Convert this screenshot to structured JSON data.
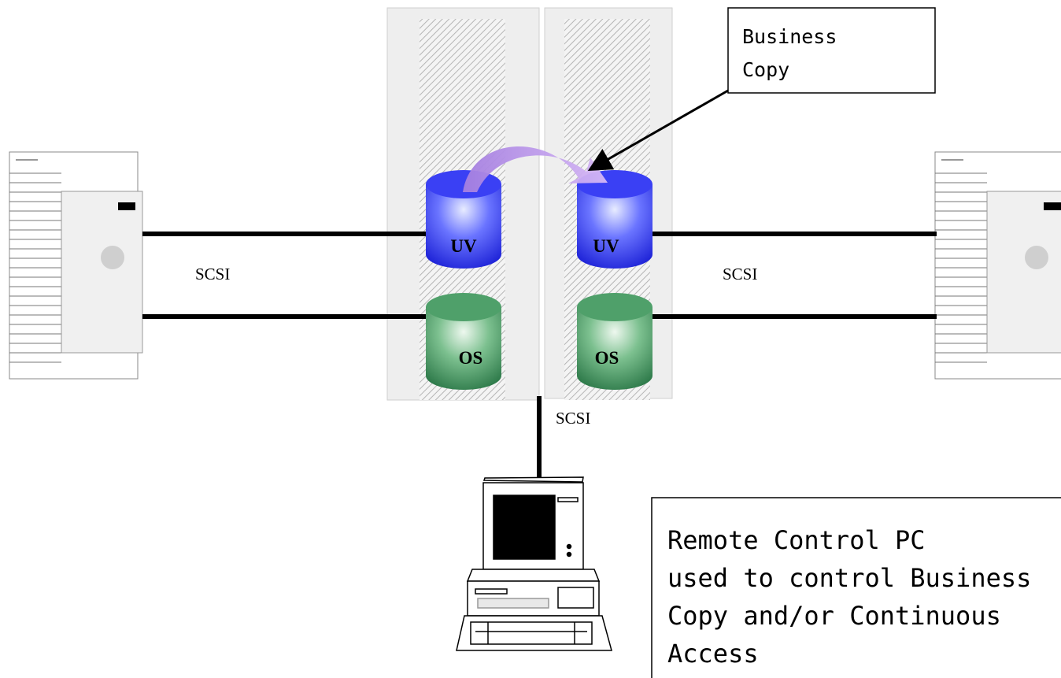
{
  "labels": {
    "scsi_left": "SCSI",
    "scsi_right": "SCSI",
    "scsi_bottom": "SCSI"
  },
  "disk_array_1": {
    "uv_label": "UV",
    "os_label": "OS"
  },
  "disk_array_2": {
    "uv_label": "UV",
    "os_label": "OS"
  },
  "callouts": {
    "business_copy": [
      "Business",
      "Copy"
    ],
    "remote_control": [
      "Remote Control PC",
      "used to control Business",
      "Copy and/or Continuous",
      "Access"
    ]
  },
  "colors": {
    "uv_volume": "#2b2ff0",
    "os_volume": "#2e8b57",
    "copy_arrow": "#b88ee8",
    "cabinet": "#eeeeee",
    "line": "#000000"
  }
}
